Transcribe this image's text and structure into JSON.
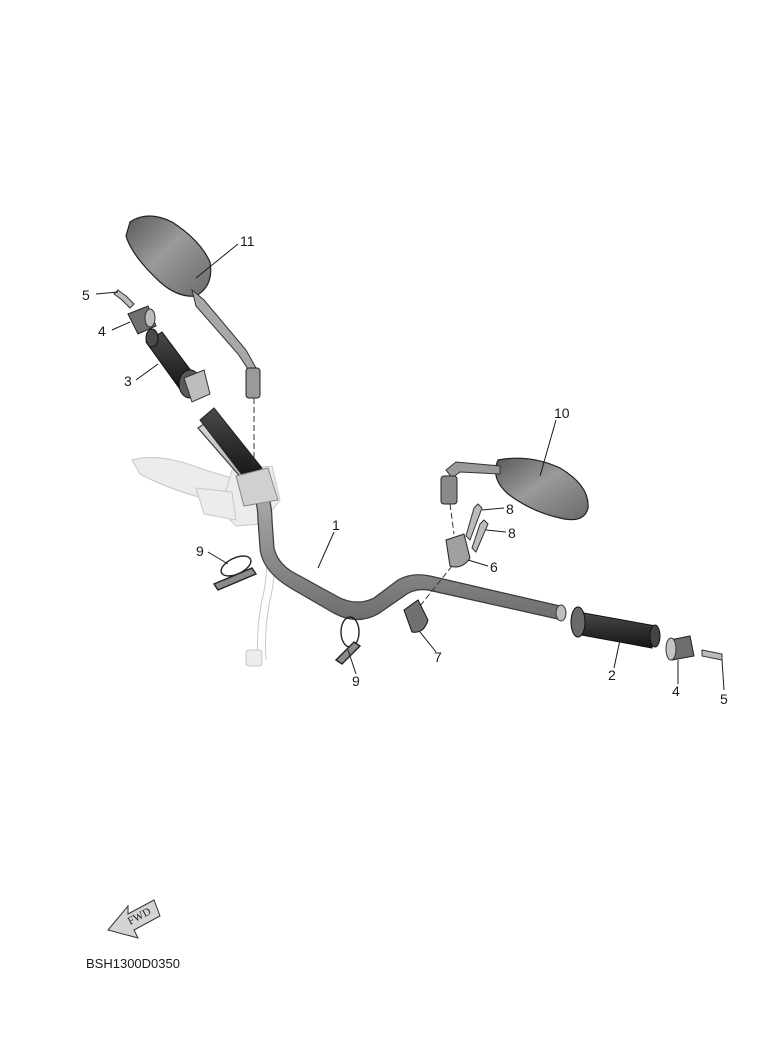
{
  "diagram": {
    "drawing_code": "BSH1300D0350",
    "fwd_label": "FWD",
    "colors": {
      "part_fill": "#8e8e8e",
      "part_dark": "#3c3c3c",
      "part_light": "#d6d6d6",
      "ghost": "#cfcfcf",
      "line": "#1a1a1a"
    },
    "callouts": {
      "c11": "11",
      "c5a": "5",
      "c4a": "4",
      "c3": "3",
      "c10": "10",
      "c8a": "8",
      "c8b": "8",
      "c1": "1",
      "c6": "6",
      "c9a": "9",
      "c7": "7",
      "c9b": "9",
      "c2": "2",
      "c4b": "4",
      "c5b": "5"
    }
  }
}
